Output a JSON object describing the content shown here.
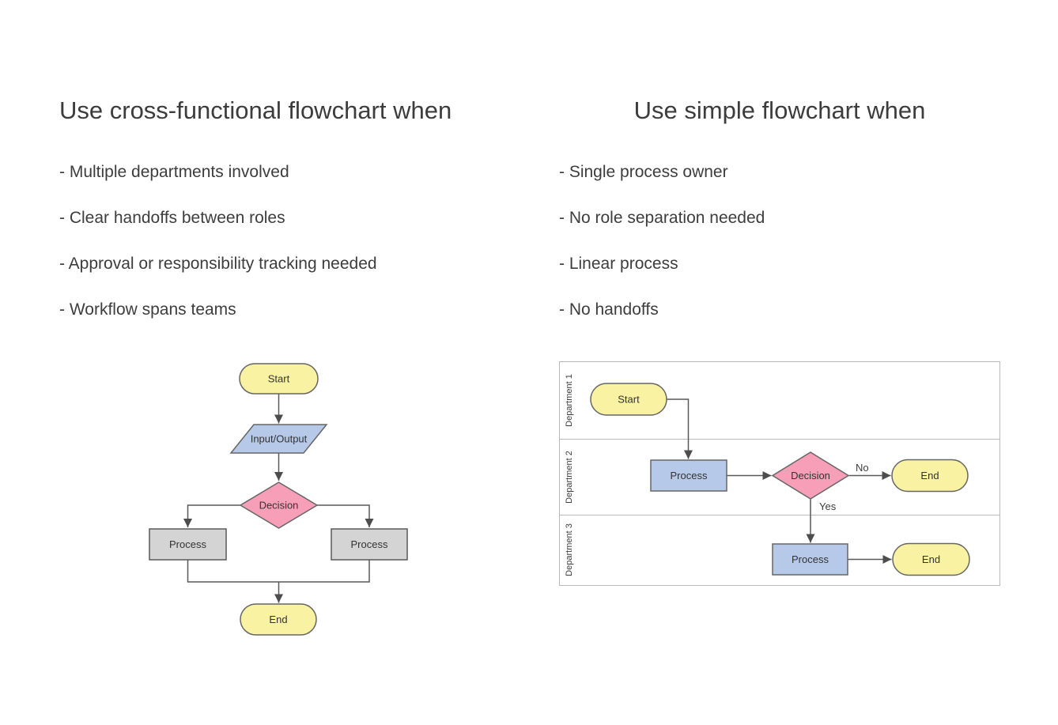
{
  "left_panel": {
    "title": "Use cross-functional flowchart when",
    "bullets": [
      "- Multiple departments involved",
      "- Clear handoffs between roles",
      "- Approval or responsibility tracking needed",
      "- Workflow spans teams"
    ],
    "flowchart": {
      "start": "Start",
      "input_output": "Input/Output",
      "decision": "Decision",
      "process_left": "Process",
      "process_right": "Process",
      "end": "End"
    }
  },
  "right_panel": {
    "title": "Use simple flowchart when",
    "bullets": [
      "- Single process owner",
      "- No role separation needed",
      "- Linear process",
      "- No handoffs"
    ],
    "swimlane": {
      "lanes": [
        "Department 1",
        "Department 2",
        "Department 3"
      ],
      "start": "Start",
      "process_dept2": "Process",
      "decision": "Decision",
      "end_dept2": "End",
      "label_no": "No",
      "label_yes": "Yes",
      "process_dept3": "Process",
      "end_dept3": "End"
    }
  },
  "colors": {
    "terminator_fill": "#F8F2A2",
    "io_fill": "#B7C9E8",
    "decision_fill": "#F79FB8",
    "process_gray_fill": "#D4D4D4",
    "process_blue_fill": "#B7C9E8",
    "shape_border": "#666666",
    "process_gray_border": "#595959",
    "connector": "#595959",
    "lane_border": "#B9B9B9",
    "text": "#3D3D3D"
  }
}
